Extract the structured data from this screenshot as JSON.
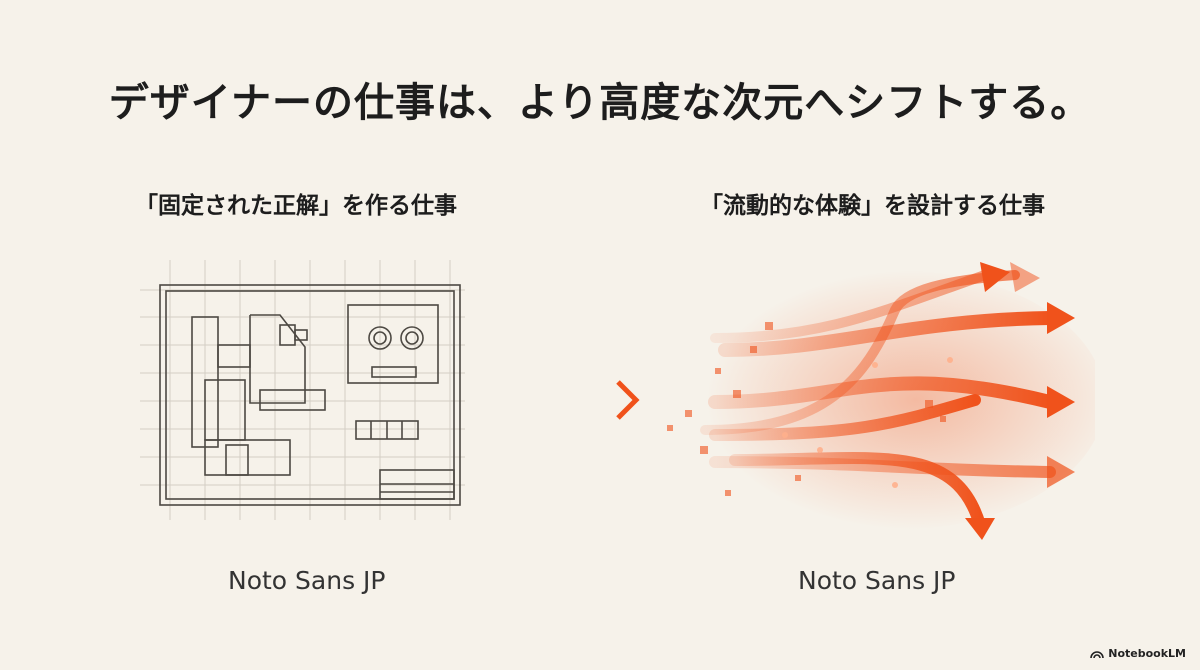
{
  "title": "デザイナーの仕事は、より高度な次元へシフトする。",
  "left": {
    "subtitle": "「固定された正解」を作る仕事",
    "caption": "Noto Sans JP"
  },
  "right": {
    "subtitle": "「流動的な体験」を設計する仕事",
    "caption": "Noto Sans JP"
  },
  "brand": {
    "name": "NotebookLM",
    "icon": "notebooklm-logo-icon"
  },
  "colors": {
    "background": "#f6f2ea",
    "accent": "#f0521b",
    "line": "#5a554e"
  }
}
